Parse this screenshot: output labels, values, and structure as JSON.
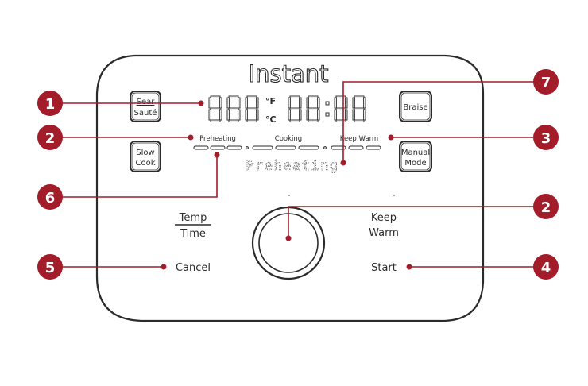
{
  "panel": {
    "brand": "Instant",
    "buttons": {
      "sear_saute": {
        "line1": "Sear",
        "line2": "Sauté"
      },
      "braise": {
        "label": "Braise"
      },
      "slow_cook": {
        "line1": "Slow",
        "line2": "Cook"
      },
      "manual_mode": {
        "line1": "Manual",
        "line2": "Mode"
      }
    },
    "display": {
      "unit_f": "°F",
      "unit_c": "°C",
      "status_text": "Preheating"
    },
    "progress_labels": [
      "Preheating",
      "Cooking",
      "Keep Warm"
    ],
    "controls": {
      "temp": "Temp",
      "time": "Time",
      "keep": "Keep",
      "warm": "Warm",
      "cancel": "Cancel",
      "start": "Start"
    }
  },
  "callouts": [
    "1",
    "2",
    "3",
    "2",
    "4",
    "5",
    "6",
    "7"
  ],
  "colors": {
    "callout": "#a31c2a",
    "leader": "#a31c2a",
    "panel_stroke": "#2b2b2b"
  }
}
